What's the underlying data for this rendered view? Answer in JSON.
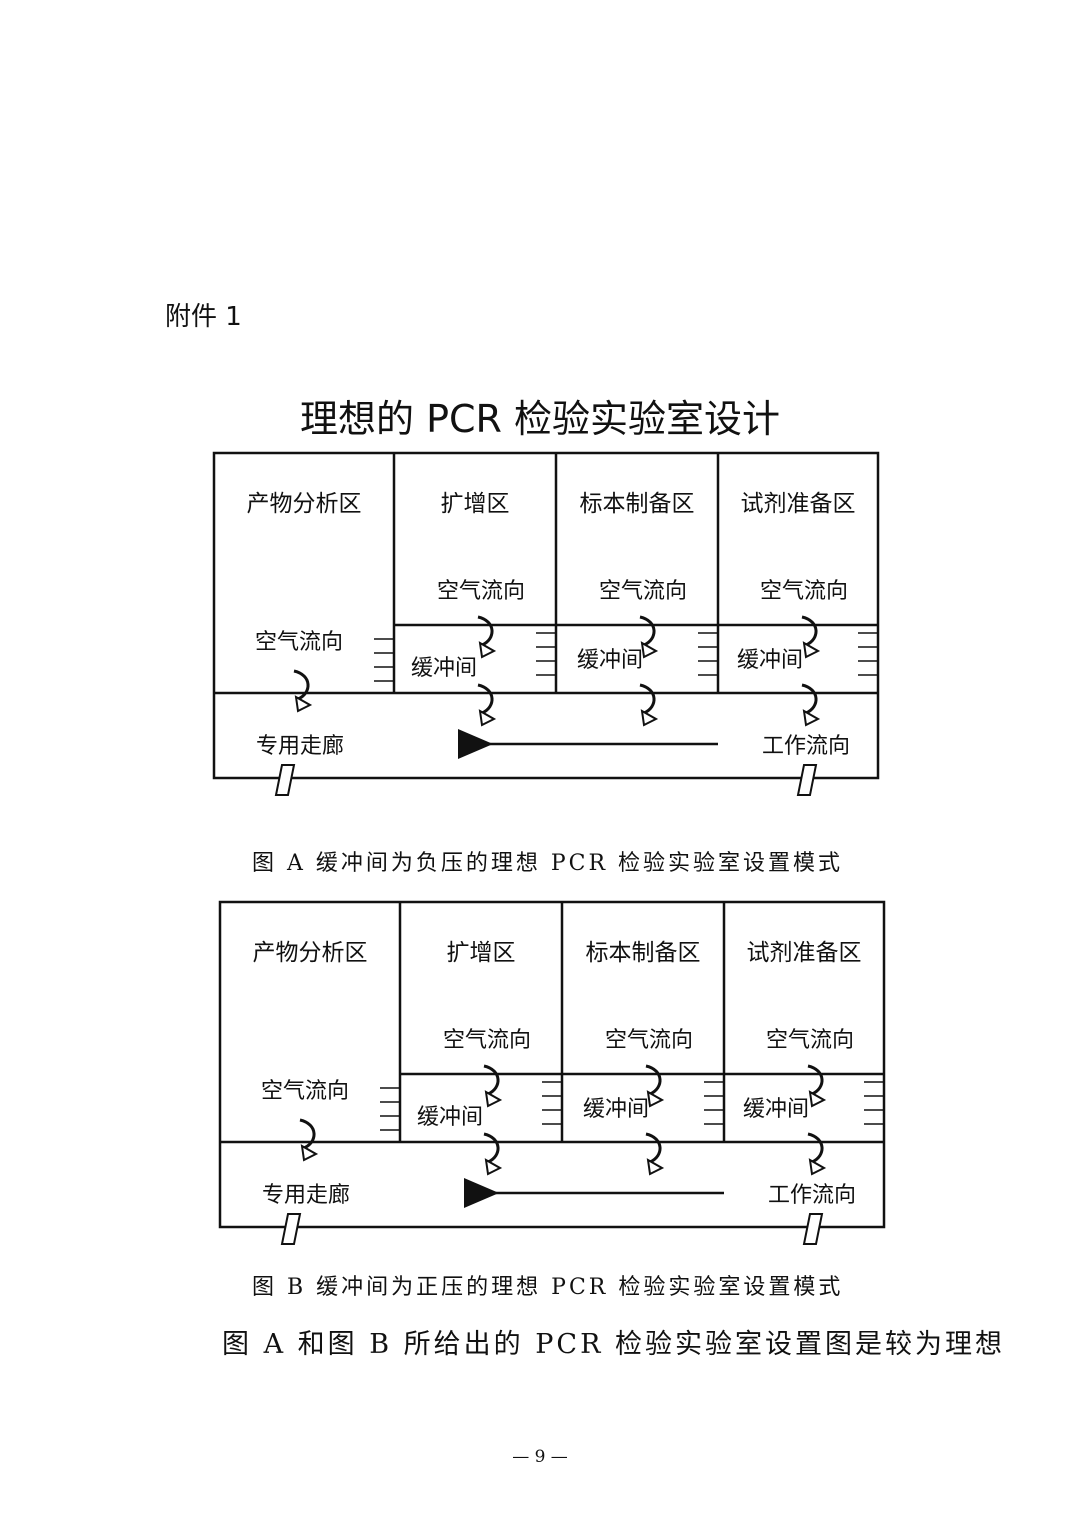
{
  "header": {
    "attachment": "附件 1",
    "title": "理想的 PCR 检验实验室设计"
  },
  "figures": [
    {
      "id": "A",
      "rooms": [
        "产物分析区",
        "扩增区",
        "标本制备区",
        "试剂准备区"
      ],
      "air_flow": "空气流向",
      "buffer": "缓冲间",
      "corridor": "专用走廊",
      "work_flow": "工作流向",
      "caption": "图 A   缓冲间为负压的理想 PCR 检验实验室设置模式"
    },
    {
      "id": "B",
      "rooms": [
        "产物分析区",
        "扩增区",
        "标本制备区",
        "试剂准备区"
      ],
      "air_flow": "空气流向",
      "buffer": "缓冲间",
      "corridor": "专用走廊",
      "work_flow": "工作流向",
      "caption": "图 B   缓冲间为正压的理想 PCR 检验实验室设置模式"
    }
  ],
  "body_text": "图 A 和图 B 所给出的 PCR 检验实验室设置图是较为理想",
  "footer": {
    "page_number": "— 9 —"
  }
}
